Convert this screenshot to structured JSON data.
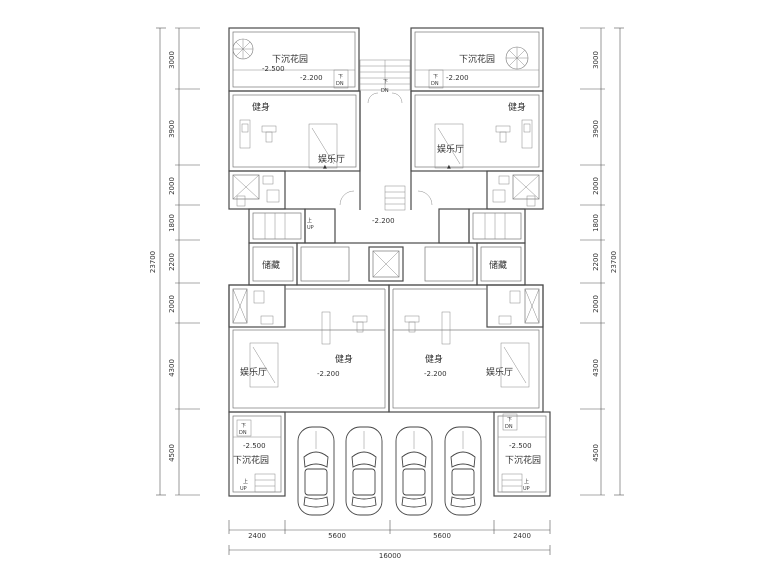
{
  "rooms": {
    "sunken_garden": "下沉花园",
    "fitness": "健身",
    "entertainment": "娱乐厅",
    "storage": "储藏"
  },
  "levels": {
    "garden": "-2.500",
    "floor": "-2.200"
  },
  "stair": {
    "down": "下",
    "dn": "DN",
    "up_cn": "上",
    "up": "UP"
  },
  "dims_vertical": [
    "3000",
    "3900",
    "2000",
    "1800",
    "2200",
    "2000",
    "4300",
    "4500"
  ],
  "dims_total_vertical": "23700",
  "dims_horizontal": [
    "2400",
    "5600",
    "5600",
    "2400"
  ],
  "dims_total_horizontal": "16000",
  "triangle_mark": "▲"
}
